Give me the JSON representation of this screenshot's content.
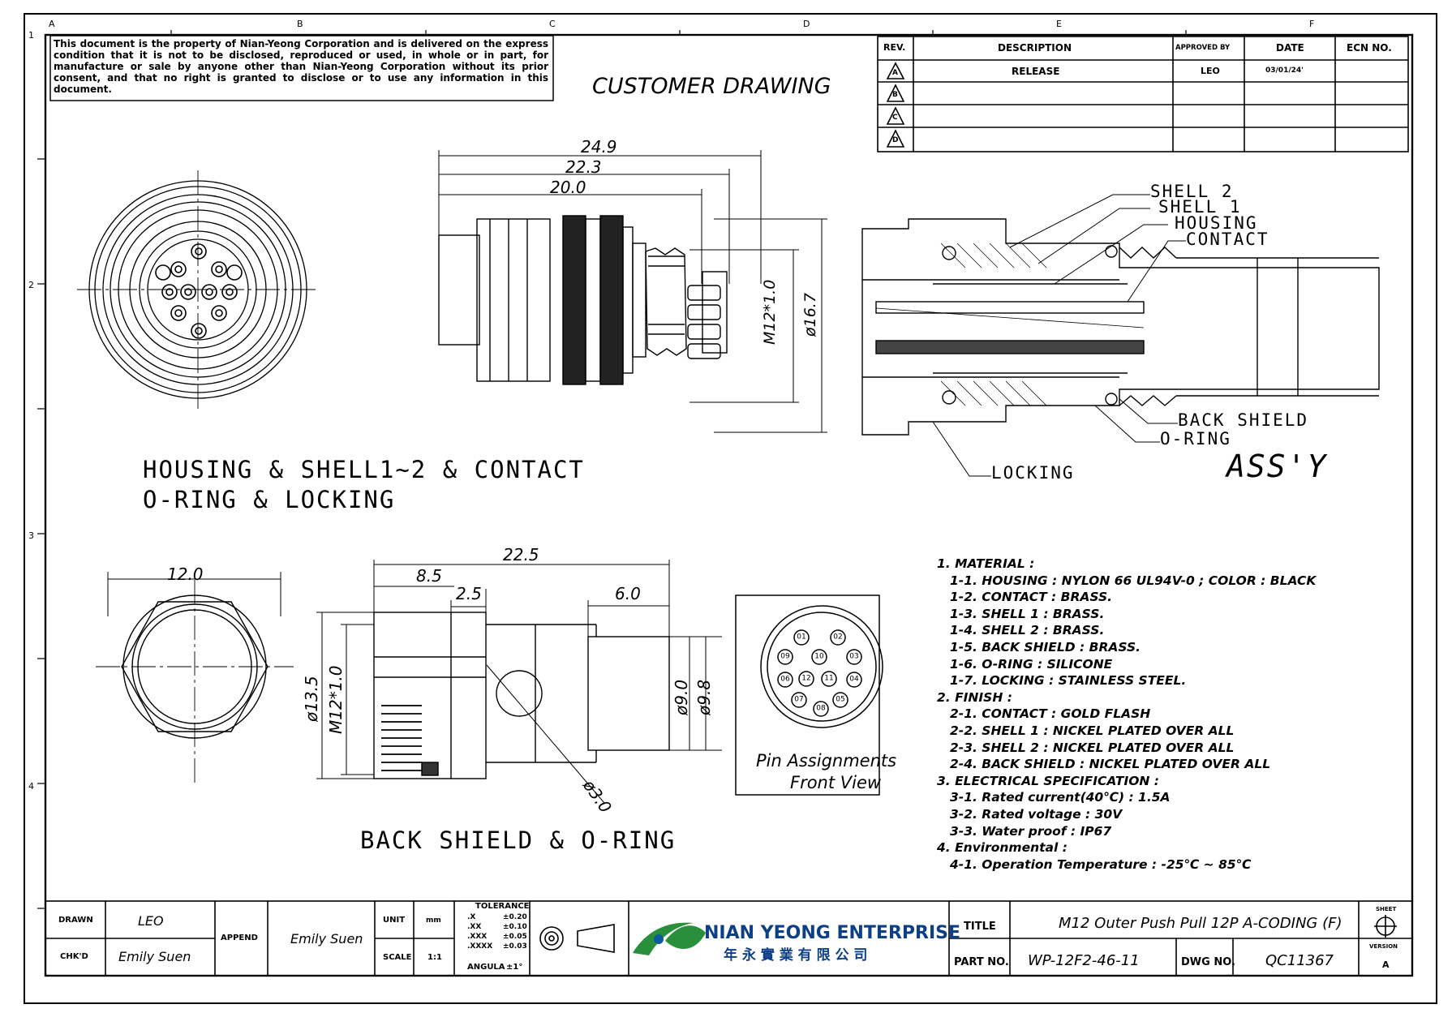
{
  "zone_letters": [
    "A",
    "B",
    "C",
    "D",
    "E",
    "F"
  ],
  "zone_numbers": [
    "1",
    "2",
    "3",
    "4"
  ],
  "disclaimer": "This document is the property of Nian-Yeong Corporation and is delivered on the express condition that it is not to be disclosed, reproduced or used, in whole or in part, for manufacture or sale by anyone other than Nian-Yeong Corporation without its prior consent, and that no right is granted to disclose or to use any information in this document.",
  "drawing_title": "CUSTOMER DRAWING",
  "revision_table": {
    "headers": [
      "REV.",
      "DESCRIPTION",
      "APPROVED BY",
      "DATE",
      "ECN NO."
    ],
    "rows": [
      {
        "rev": "A",
        "description": "RELEASE",
        "approved_by": "LEO",
        "date": "03/01/24'",
        "ecn": ""
      },
      {
        "rev": "B",
        "description": "",
        "approved_by": "",
        "date": "",
        "ecn": ""
      },
      {
        "rev": "C",
        "description": "",
        "approved_by": "",
        "date": "",
        "ecn": ""
      },
      {
        "rev": "D",
        "description": "",
        "approved_by": "",
        "date": "",
        "ecn": ""
      }
    ]
  },
  "upper_views": {
    "dims": {
      "d249": "24.9",
      "d223": "22.3",
      "d200": "20.0",
      "m12": "M12*1.0",
      "d167": "ø16.7"
    },
    "caption_line1": "HOUSING & SHELL1~2 & CONTACT",
    "caption_line2": "O-RING  & LOCKING"
  },
  "assembly": {
    "callouts": [
      "SHELL 2",
      "SHELL 1",
      "HOUSING",
      "CONTACT",
      "BACK SHIELD",
      "O-RING",
      "LOCKING"
    ],
    "label": "ASS'Y"
  },
  "lower_views": {
    "dims": {
      "d120": "12.0",
      "d225": "22.5",
      "d85": "8.5",
      "d25": "2.5",
      "d60": "6.0",
      "d135": "ø13.5",
      "m12": "M12*1.0",
      "d90": "ø9.0",
      "d98": "ø9.8",
      "d30": "ø3.0"
    },
    "caption": "BACK SHIELD & O-RING"
  },
  "pin_box": {
    "pins": [
      "01",
      "02",
      "03",
      "04",
      "05",
      "06",
      "07",
      "08",
      "09",
      "10",
      "11",
      "12"
    ],
    "label_line1": "Pin Assignments",
    "label_line2": "Front View"
  },
  "notes": [
    "1. MATERIAL :",
    "1-1. HOUSING : NYLON 66 UL94V-0 ; COLOR : BLACK",
    "1-2. CONTACT : BRASS.",
    "1-3. SHELL 1 : BRASS.",
    "1-4. SHELL 2 : BRASS.",
    "1-5. BACK SHIELD : BRASS.",
    "1-6. O-RING : SILICONE",
    "1-7. LOCKING : STAINLESS STEEL.",
    "2. FINISH :",
    "2-1. CONTACT : GOLD FLASH",
    "2-2. SHELL 1 : NICKEL PLATED OVER ALL",
    "2-3. SHELL 2 : NICKEL PLATED OVER ALL",
    "2-4. BACK SHIELD : NICKEL PLATED OVER ALL",
    "3. ELECTRICAL SPECIFICATION :",
    "3-1. Rated current(40℃) : 1.5A",
    "3-2. Rated voltage : 30V",
    "3-3. Water proof : IP67",
    "4. Environmental :",
    "4-1. Operation Temperature : -25℃ ~ 85℃"
  ],
  "title_block": {
    "drawn_label": "DRAWN",
    "drawn": "LEO",
    "chkd_label": "CHK'D",
    "chkd": "Emily Suen",
    "append_label": "APPEND",
    "append": "Emily Suen",
    "unit_label": "UNIT",
    "unit": "mm",
    "scale_label": "SCALE",
    "scale": "1:1",
    "tolerance_title": "TOLERANCE",
    "tolerance_rows": [
      {
        "k": ".X",
        "v": "±0.20"
      },
      {
        "k": ".XX",
        "v": "±0.10"
      },
      {
        "k": ".XXX",
        "v": "±0.05"
      },
      {
        "k": ".XXXX",
        "v": "±0.03"
      },
      {
        "k": "ANGULA",
        "v": "±1°"
      }
    ],
    "company_en": "NIAN YEONG ENTERPRISE",
    "company_zh": "年 永 實 業 有 限 公 司",
    "title_label": "TITLE",
    "title": "M12 Outer Push Pull 12P A-CODING (F)",
    "part_no_label": "PART NO.",
    "part_no": "WP-12F2-46-11",
    "dwg_no_label": "DWG NO.",
    "dwg_no": "QC11367",
    "sheet_label": "SHEET",
    "version_label": "VERSION",
    "version": "A"
  }
}
